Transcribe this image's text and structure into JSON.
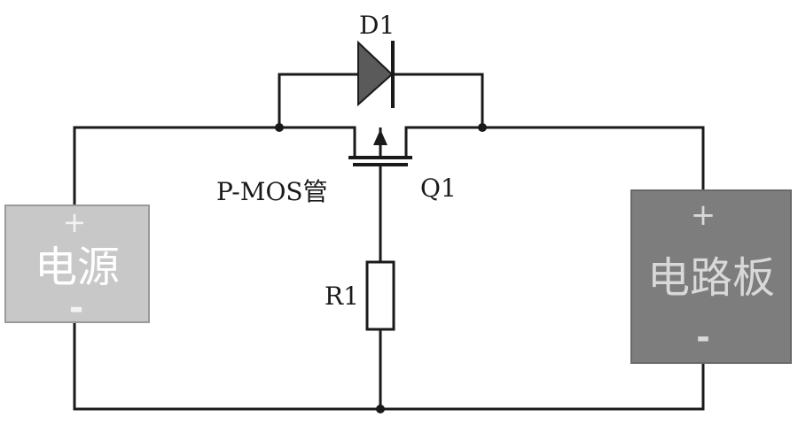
{
  "diagram": {
    "diode_label": "D1",
    "mosfet_label": "Q1",
    "mosfet_type_label": "P-MOS管",
    "resistor_label": "R1",
    "power_source": {
      "label": "电源",
      "plus": "+",
      "minus": "-",
      "fill_color": "#c8c8c8"
    },
    "circuit_board": {
      "label": "电路板",
      "plus": "+",
      "minus": "-",
      "fill_color": "#7d7d7d"
    },
    "wire_color": "#1a1a1a"
  }
}
